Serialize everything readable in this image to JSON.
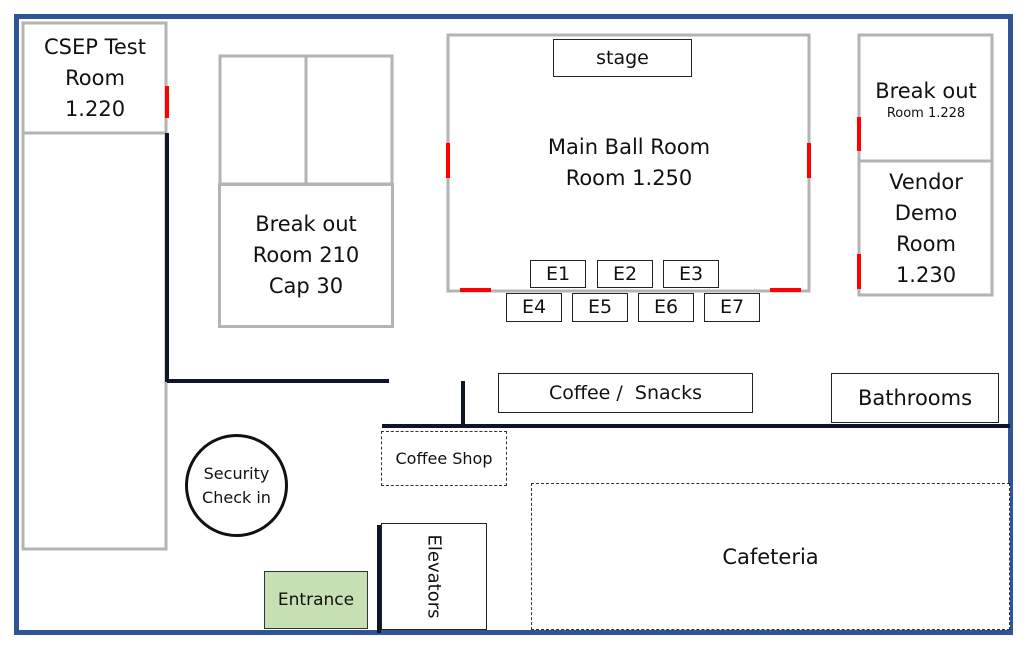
{
  "floor_plan": {
    "colors": {
      "outer_border": "#2f5597",
      "room_wall": "#b3b3b3",
      "door": "#ff0000",
      "wall": "#0d1526",
      "entrance_fill": "#c6e0b4"
    },
    "csep_room": {
      "line1": "CSEP Test",
      "line2": "Room",
      "line3": "1.220"
    },
    "breakout_210": {
      "line1": "Break out",
      "line2": "Room 210",
      "line3": "Cap 30"
    },
    "stage": {
      "label": "stage"
    },
    "main_ballroom": {
      "line1": "Main Ball Room",
      "line2": "Room 1.250"
    },
    "exhibits": [
      "E1",
      "E2",
      "E3",
      "E4",
      "E5",
      "E6",
      "E7"
    ],
    "breakout_1228": {
      "line1": "Break out",
      "line2": "Room 1.228"
    },
    "vendor_demo": {
      "line1": "Vendor",
      "line2": "Demo",
      "line3": "Room",
      "line4": "1.230"
    },
    "coffee_snacks": {
      "label": "Coffee /  Snacks"
    },
    "bathrooms": {
      "label": "Bathrooms"
    },
    "coffee_shop": {
      "label": "Coffee Shop"
    },
    "security": {
      "line1": "Security",
      "line2": "Check in"
    },
    "elevators": {
      "label": "Elevators"
    },
    "entrance": {
      "label": "Entrance"
    },
    "cafeteria": {
      "label": "Cafeteria"
    }
  }
}
